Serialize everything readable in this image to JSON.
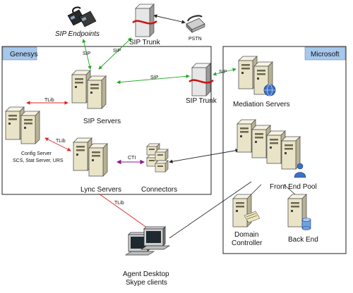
{
  "groups": {
    "genesys": {
      "title": "Genesys",
      "fill": "#a6c8ec"
    },
    "microsoft": {
      "title": "Microsoft",
      "fill": "#a6c8ec"
    }
  },
  "nodes": {
    "sip_endpoints": "SIP Endpoints",
    "sip_trunk_top": "SIP Trunk",
    "pstn": "PSTN",
    "sip_servers": "SIP Servers",
    "sip_trunk_mid": "SIP Trunk",
    "mediation_servers": "Mediation Servers",
    "config_server_line1": "Config Server",
    "config_server_line2": "SCS, Stat Server, URS",
    "lync_servers": "Lync Servers",
    "connectors": "Connectors",
    "front_end_pool": "Front End Pool",
    "domain_controller_line1": "Domain",
    "domain_controller_line2": "Controller",
    "back_end": "Back End",
    "agent_desktop_line1": "Agent Desktop",
    "agent_desktop_line2": "Skype clients"
  },
  "edges": {
    "sip_left": "SIP",
    "sip_right": "SIP",
    "sip_mid": "SIP",
    "sip_ms": "SIP",
    "tlib_config_sip": "TLib",
    "tlib_config_lync": "TLib",
    "cti": "CTI",
    "tlib_agent": "TLib"
  },
  "colors": {
    "sip_edge": "#22aa22",
    "tlib_edge": "#dd2222",
    "cti_edge": "#8a1a8a",
    "plain_edge": "#222222",
    "server_body": "#e9e4c8"
  }
}
